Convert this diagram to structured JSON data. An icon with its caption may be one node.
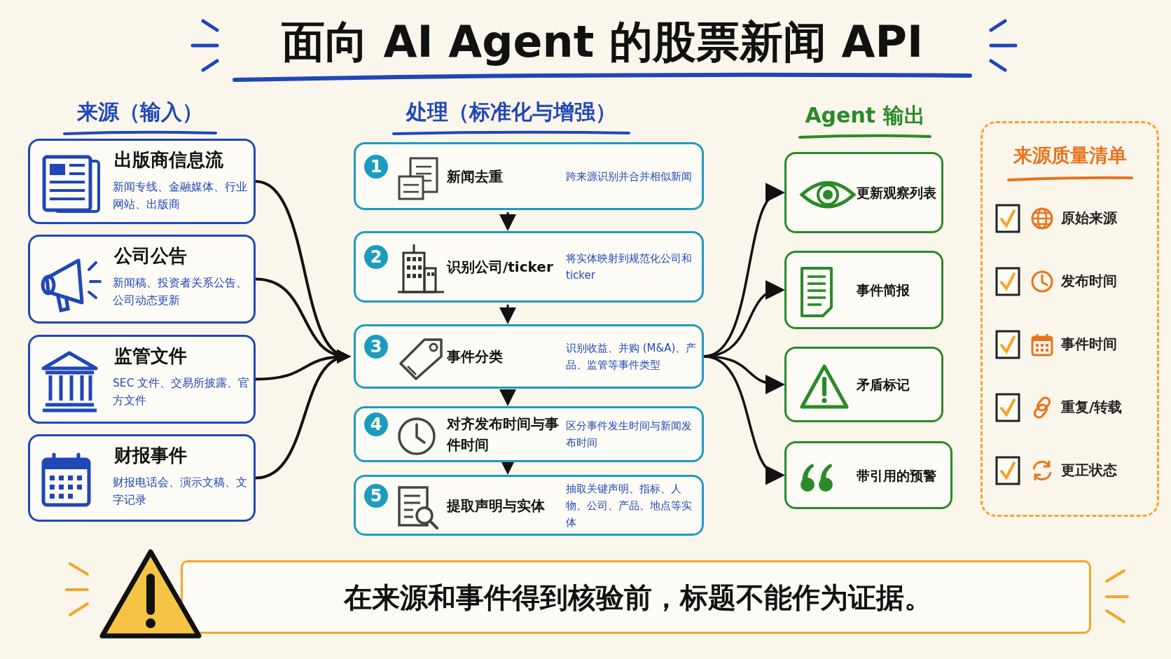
{
  "diagram": {
    "title": "面向 AI Agent 的股票新闻 API",
    "nodes": [
      {
        "text": [
          "出版商信息流",
          "新闻专线、金融媒体、行业网站、出版商"
        ]
      },
      {
        "text": [
          "公司公告",
          "新闻稿、投资者关系公告、公司动态更新"
        ]
      },
      {
        "text": [
          "监管文件",
          "SEC 文件、交易所披露、官方文件"
        ]
      },
      {
        "text": [
          "财报事件",
          "财报电话会、演示文稿、文字记录"
        ]
      },
      {
        "text": [
          "1",
          "新闻去重",
          "跨来源识别并合并相似新闻"
        ]
      },
      {
        "text": [
          "2",
          "识别公司/ticker",
          "将实体映射到规范化公司和 ticker"
        ]
      },
      {
        "text": [
          "3",
          "事件分类",
          "识别收益、并购 (M&A)、产品、监管等事件类型"
        ]
      },
      {
        "text": [
          "4",
          "对齐发布时间与事件时间",
          "区分事件发生时间与新闻发布时间"
        ]
      },
      {
        "text": [
          "5",
          "提取声明与实体",
          "抽取关键声明、指标、人物、公司、产品、地点等实体"
        ]
      },
      {
        "text": [
          "更新观察列表"
        ]
      },
      {
        "text": [
          "事件简报"
        ]
      },
      {
        "text": [
          "矛盾标记"
        ]
      },
      {
        "text": [
          "带引用的预警"
        ]
      },
      {
        "text": [
          "来源质量清单"
        ]
      },
      {
        "text": [
          "在来源和事件得到核验前，标题不能作为证据。"
        ]
      }
    ],
    "edges": [
      {
        "from": 0,
        "to": 6,
        "arrow": "to"
      },
      {
        "from": 1,
        "to": 6,
        "arrow": "to"
      },
      {
        "from": 2,
        "to": 6,
        "arrow": "to"
      },
      {
        "from": 3,
        "to": 6,
        "arrow": "to"
      },
      {
        "from": 4,
        "to": 5,
        "arrow": "to"
      },
      {
        "from": 5,
        "to": 6,
        "arrow": "to"
      },
      {
        "from": 6,
        "to": 7,
        "arrow": "to"
      },
      {
        "from": 7,
        "to": 8,
        "arrow": "to"
      },
      {
        "from": 6,
        "to": 9,
        "arrow": "to"
      },
      {
        "from": 6,
        "to": 10,
        "arrow": "to"
      },
      {
        "from": 6,
        "to": 11,
        "arrow": "to"
      },
      {
        "from": 6,
        "to": 12,
        "arrow": "to"
      }
    ],
    "labels": [
      "来源（输入）",
      "处理（标准化与增强）",
      "Agent 输出",
      "原始来源",
      "发布时间",
      "事件时间",
      "重复/转载",
      "更正状态"
    ]
  }
}
